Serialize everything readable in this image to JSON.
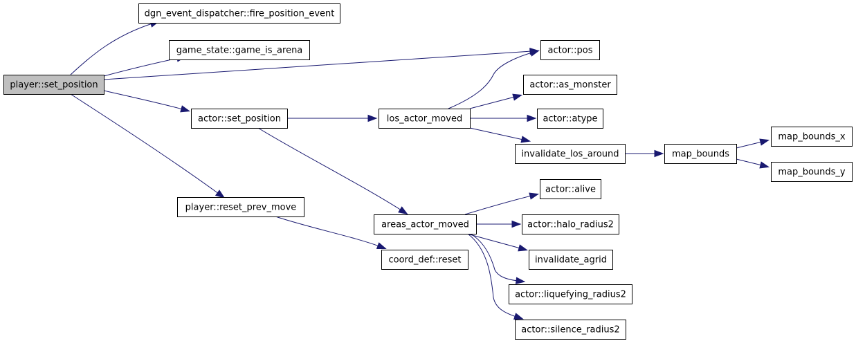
{
  "nodes": [
    {
      "id": "player_set_position",
      "label": "player::set_position",
      "root": true
    },
    {
      "id": "dgn_fire",
      "label": "dgn_event_dispatcher::fire_position_event"
    },
    {
      "id": "game_is_arena",
      "label": "game_state::game_is_arena"
    },
    {
      "id": "actor_set_position",
      "label": "actor::set_position"
    },
    {
      "id": "player_reset_prev_move",
      "label": "player::reset_prev_move"
    },
    {
      "id": "actor_pos",
      "label": "actor::pos"
    },
    {
      "id": "los_actor_moved",
      "label": "los_actor_moved"
    },
    {
      "id": "areas_actor_moved",
      "label": "areas_actor_moved"
    },
    {
      "id": "coord_def_reset",
      "label": "coord_def::reset"
    },
    {
      "id": "actor_as_monster",
      "label": "actor::as_monster"
    },
    {
      "id": "actor_atype",
      "label": "actor::atype"
    },
    {
      "id": "invalidate_los_around",
      "label": "invalidate_los_around"
    },
    {
      "id": "map_bounds",
      "label": "map_bounds"
    },
    {
      "id": "map_bounds_x",
      "label": "map_bounds_x"
    },
    {
      "id": "map_bounds_y",
      "label": "map_bounds_y"
    },
    {
      "id": "actor_alive",
      "label": "actor::alive"
    },
    {
      "id": "actor_halo_radius2",
      "label": "actor::halo_radius2"
    },
    {
      "id": "invalidate_agrid",
      "label": "invalidate_agrid"
    },
    {
      "id": "actor_liquefying_radius2",
      "label": "actor::liquefying_radius2"
    },
    {
      "id": "actor_silence_radius2",
      "label": "actor::silence_radius2"
    }
  ],
  "edges": [
    {
      "from": "player_set_position",
      "to": "dgn_fire"
    },
    {
      "from": "player_set_position",
      "to": "game_is_arena"
    },
    {
      "from": "player_set_position",
      "to": "actor_pos"
    },
    {
      "from": "player_set_position",
      "to": "actor_set_position"
    },
    {
      "from": "player_set_position",
      "to": "player_reset_prev_move"
    },
    {
      "from": "actor_set_position",
      "to": "los_actor_moved"
    },
    {
      "from": "actor_set_position",
      "to": "areas_actor_moved"
    },
    {
      "from": "player_reset_prev_move",
      "to": "coord_def_reset"
    },
    {
      "from": "los_actor_moved",
      "to": "actor_pos"
    },
    {
      "from": "los_actor_moved",
      "to": "actor_as_monster"
    },
    {
      "from": "los_actor_moved",
      "to": "actor_atype"
    },
    {
      "from": "los_actor_moved",
      "to": "invalidate_los_around"
    },
    {
      "from": "invalidate_los_around",
      "to": "map_bounds"
    },
    {
      "from": "map_bounds",
      "to": "map_bounds_x"
    },
    {
      "from": "map_bounds",
      "to": "map_bounds_y"
    },
    {
      "from": "areas_actor_moved",
      "to": "actor_alive"
    },
    {
      "from": "areas_actor_moved",
      "to": "actor_halo_radius2"
    },
    {
      "from": "areas_actor_moved",
      "to": "invalidate_agrid"
    },
    {
      "from": "areas_actor_moved",
      "to": "actor_liquefying_radius2"
    },
    {
      "from": "areas_actor_moved",
      "to": "actor_silence_radius2"
    }
  ],
  "colors": {
    "edge": "#191970",
    "root_fill": "#bfbfbf",
    "node_fill": "#ffffff",
    "node_border": "#000000"
  }
}
